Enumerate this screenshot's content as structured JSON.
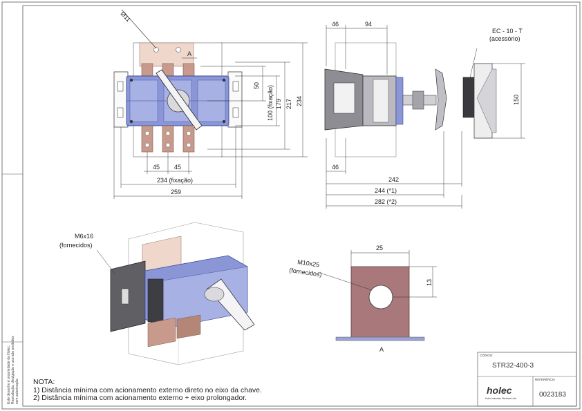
{
  "front_view": {
    "diameter_label": "Ø11",
    "section_marker": "A",
    "dims": {
      "d50": "50",
      "d100": "100 (fixação)",
      "d179": "179",
      "d217": "217",
      "d234v": "234",
      "d45a": "45",
      "d45b": "45",
      "d234h": "234 (fixação)",
      "d259": "259"
    }
  },
  "side_view": {
    "dims": {
      "d46top": "46",
      "d94": "94",
      "d46bot": "46",
      "d242": "242",
      "d244": "244 (*1)",
      "d282": "282 (*2)",
      "d150": "150"
    },
    "accessory_label_1": "EC - 10 - T",
    "accessory_label_2": "(acessório)"
  },
  "iso_view": {
    "screw_label_1": "M6x16",
    "screw_label_2": "(fornecidos)"
  },
  "detail_a": {
    "width_dim": "25",
    "height_dim": "13",
    "bolt_label_1": "M10x25",
    "bolt_label_2": "(fornecidos)",
    "caption": "A"
  },
  "notes": {
    "title": "NOTA:",
    "line1": "1) Distância mínima com acionamento externo direto no eixo da chave.",
    "line2": "2) Distância mínima com acionamento externo + eixo prolongador."
  },
  "title_block": {
    "codigo_label": "CÓDIGO:",
    "code": "STR32-400-3",
    "referencia_label": "REFERÊNCIA",
    "reference": "0023183",
    "brand": "holec",
    "brand_sub": "Holec Industrias Electricas Ltda."
  },
  "side_strip": {
    "text1": "Este desenho é propriedade da Holec.",
    "text2": "Reprodução, divulgação e uso são proibidos",
    "text3": "sem autorização."
  },
  "colors": {
    "body_blue": "#8a96d6",
    "busbar": "#c79a8c",
    "cover": "#efd7cc",
    "metal": "#9a9aa0",
    "line": "#333333"
  }
}
